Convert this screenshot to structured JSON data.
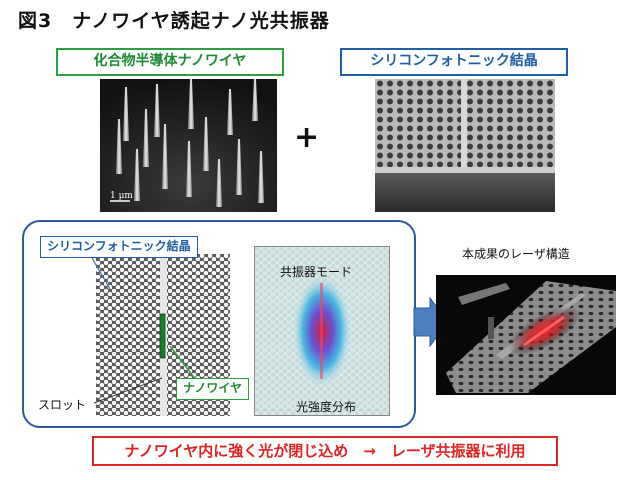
{
  "title": "図3　ナノワイヤ誘起ナノ光共振器",
  "nanowire_heading": "化合物半導体ナノワイヤ",
  "photonic_heading": "シリコンフォトニック結晶",
  "scale_bar": "1 μm",
  "plus": "+",
  "lower": {
    "photonic_label": "シリコンフォトニック結晶",
    "mode_label": "共振器モード",
    "distribution_label": "光強度分布",
    "slot_label": "スロット",
    "nanowire_label": "ナノワイヤ"
  },
  "laser_title": "本成果のレーザ構造",
  "conclusion": "ナノワイヤ内に強く光が閉じ込め　→　レーザ共振器に利用",
  "colors": {
    "green": "#1f8a35",
    "blue": "#1f5fa8",
    "red": "#e02424",
    "arrow": "#4f7ec0"
  }
}
